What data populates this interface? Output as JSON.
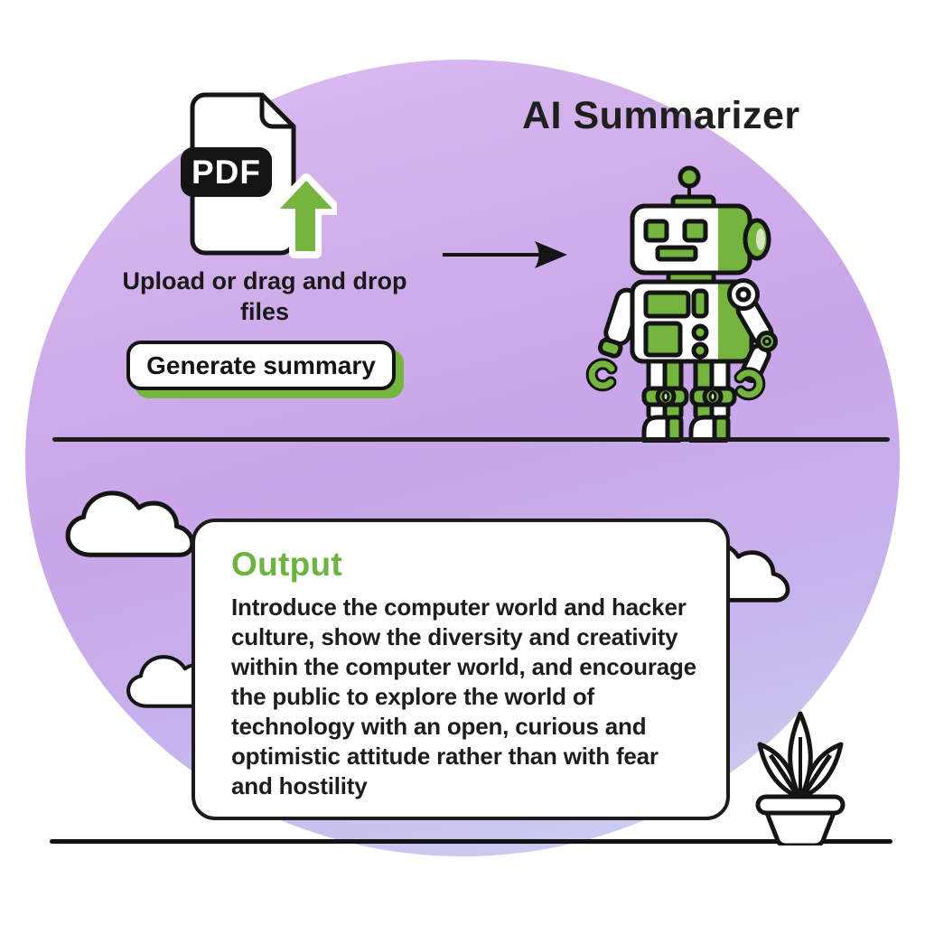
{
  "title": "AI Summarizer",
  "upload": {
    "file_badge": "PDF",
    "caption": "Upload or drag and drop files",
    "button_label": "Generate summary"
  },
  "output_card": {
    "heading": "Output",
    "body": "Introduce the computer world and hacker culture, show the diversity and creativity within the computer world, and encourage the public to explore the world of technology with an open, curious and optimistic attitude rather than with fear and hostility"
  },
  "icons": {
    "pdf_upload": "pdf-document-with-green-upload-arrow",
    "flow_arrow": "black-right-arrow",
    "robot": "green-white-robot-mascot",
    "clouds": "outlined-clouds",
    "plant": "potted-plant"
  },
  "colors": {
    "accent_green": "#74b43f",
    "heading_green": "#6cb33f",
    "light_green": "#d6e7bd",
    "ink": "#141414",
    "circle_top": "#dcbdf2",
    "circle_mid": "#c9a6e9",
    "circle_bottom": "#ccd8f2"
  }
}
